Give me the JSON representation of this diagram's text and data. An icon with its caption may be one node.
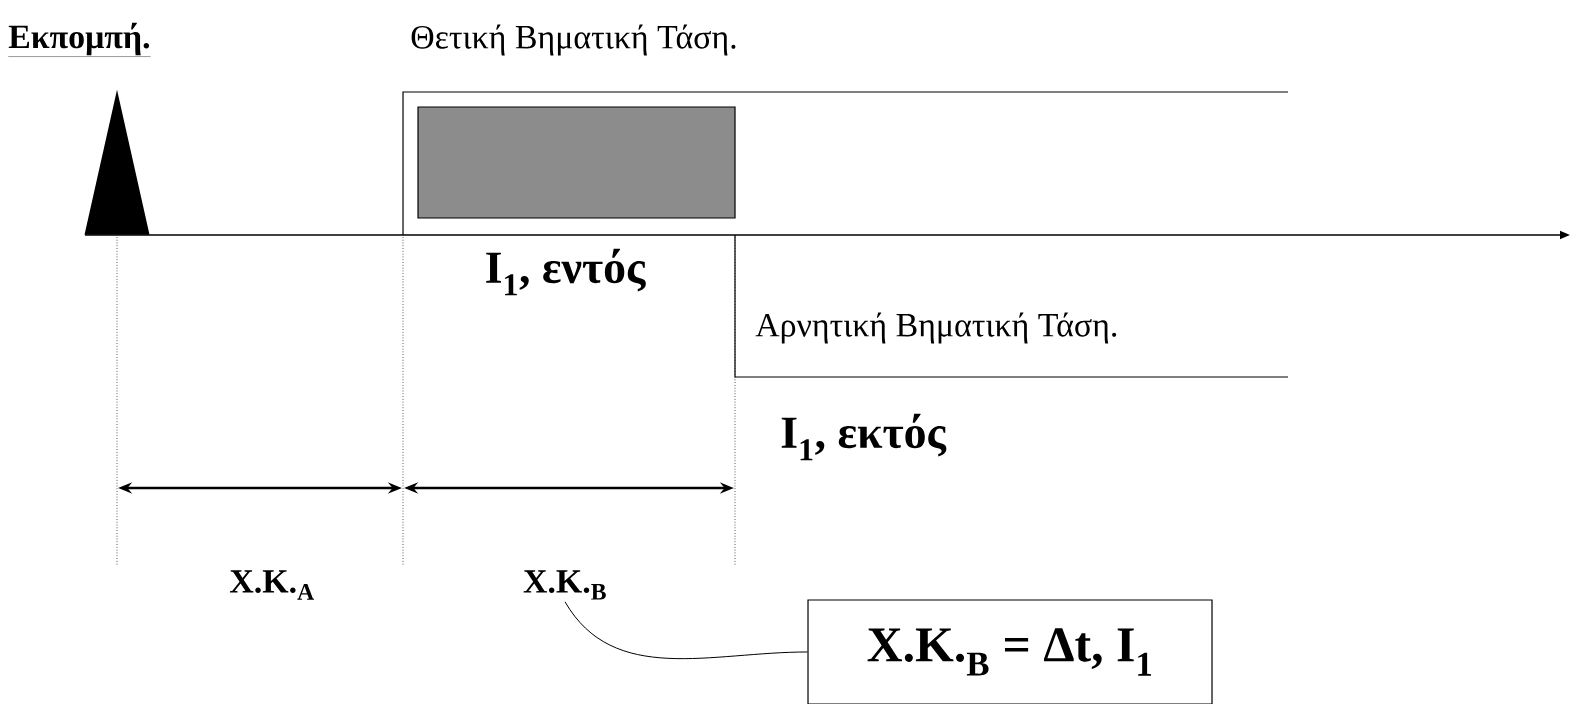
{
  "diagram": {
    "nodes": [
      {
        "text": [],
        "shape": "triangle"
      },
      {
        "text": [],
        "shape": "box"
      },
      {
        "text": [
          "Χ.Κ.$_{Β}$"
        ]
      },
      {
        "text": [
          "Χ.Κ.$_{Β}$ = Δt, I$_{1}$"
        ]
      }
    ],
    "edges": [
      {
        "from": 2,
        "to": 3,
        "arrow": "none"
      }
    ],
    "labels": [
      "Εκπομπή.",
      "Θετική Βηματική Τάση.",
      "I$_{1}$, εντός",
      "Αρνητική Βηματική Τάση.",
      "I$_{1}$, εκτός",
      "Χ.Κ.$_{Α}$"
    ]
  }
}
